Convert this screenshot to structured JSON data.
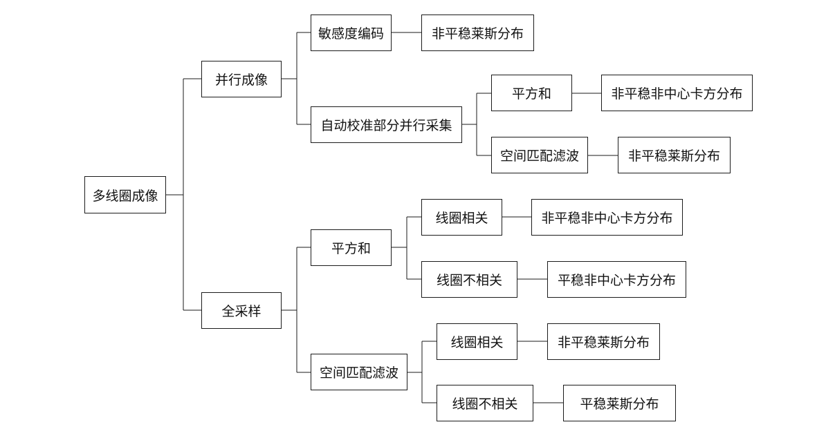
{
  "diagram": {
    "root": "多线圈成像",
    "parallel": {
      "label": "并行成像",
      "sensitivity_encoding": {
        "label": "敏感度编码",
        "result": "非平稳莱斯分布"
      },
      "auto_calibrating": {
        "label": "自动校准部分并行采集",
        "sum_of_squares": {
          "label": "平方和",
          "result": "非平稳非中心卡方分布"
        },
        "spatial_matched_filter": {
          "label": "空间匹配滤波",
          "result": "非平稳莱斯分布"
        }
      }
    },
    "full": {
      "label": "全采样",
      "sum_of_squares": {
        "label": "平方和",
        "correlated": {
          "label": "线圈相关",
          "result": "非平稳非中心卡方分布"
        },
        "uncorrelated": {
          "label": "线圈不相关",
          "result": "平稳非中心卡方分布"
        }
      },
      "spatial_matched_filter": {
        "label": "空间匹配滤波",
        "correlated": {
          "label": "线圈相关",
          "result": "非平稳莱斯分布"
        },
        "uncorrelated": {
          "label": "线圈不相关",
          "result": "平稳莱斯分布"
        }
      }
    }
  }
}
